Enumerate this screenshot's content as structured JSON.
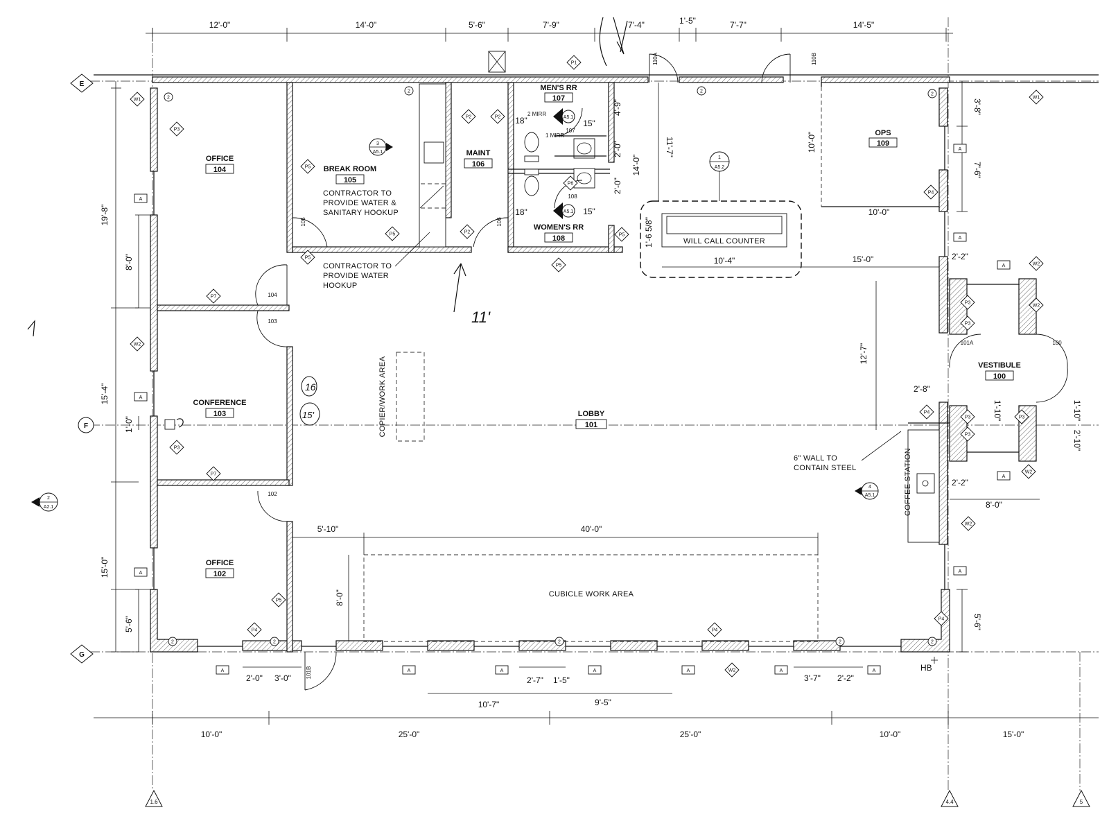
{
  "top_dims": [
    "12'-0\"",
    "14'-0\"",
    "5'-6\"",
    "7'-9\"",
    "7'-4\"",
    "1'-5\"",
    "7'-7\"",
    "14'-5\""
  ],
  "bottom_dims": [
    "10'-0\"",
    "25'-0\"",
    "25'-0\"",
    "10'-0\"",
    "15'-0\""
  ],
  "left_dims": [
    "19'-8\"",
    "8'-0\"",
    "15'-4\"",
    "1'-0\"",
    "15'-0\"",
    "5'-6\""
  ],
  "right_dims": [
    "3'-8\"",
    "7'-6\"",
    "5'-6\""
  ],
  "window_dims": [
    "2'-0\"",
    "3'-0\"",
    "2'-7\"",
    "1'-5\"",
    "10'-7\"",
    "9'-5\"",
    "3'-7\"",
    "2'-2\""
  ],
  "interior_dims": {
    "cubicle_width": "40'-0\"",
    "cubicle_offset": "5'-10\"",
    "cubicle_depth": "8'-0\"",
    "counter_width": "10'-4\"",
    "counter_depth": "1'-6 5/8\"",
    "lobby_to_counter": "15'-0\"",
    "counter_height_dim": "11'-7\"",
    "rr_depth": "14'-0\"",
    "rr_top": "4'-9\"",
    "rr_mid": "2'-0\"",
    "rr_mid2": "2'-0\"",
    "ops_depth": "10'-0\"",
    "ops_width": "10'-0\"",
    "vest_depth": "12'-7\"",
    "vest_w1": "2'-2\"",
    "vest_w2": "2'-2\"",
    "vest_width": "8'-0\"",
    "vest_side1": "1'-10\"",
    "vest_side2": "1'-10\"",
    "vest_side3": "2'-10\"",
    "coffee_w": "2'-8\"",
    "rr_15a": "15\"",
    "rr_15b": "15\"",
    "rr_18a": "18\"",
    "rr_18b": "18\""
  },
  "rooms": [
    {
      "name": "OFFICE",
      "number": "104"
    },
    {
      "name": "BREAK ROOM",
      "number": "105"
    },
    {
      "name": "MAINT",
      "number": "106"
    },
    {
      "name": "MEN'S RR",
      "number": "107"
    },
    {
      "name": "WOMEN'S RR",
      "number": "108"
    },
    {
      "name": "OPS",
      "number": "109"
    },
    {
      "name": "CONFERENCE",
      "number": "103"
    },
    {
      "name": "LOBBY",
      "number": "101"
    },
    {
      "name": "VESTIBULE",
      "number": "100"
    },
    {
      "name": "OFFICE",
      "number": "102"
    }
  ],
  "areas": {
    "cubicle": "CUBICLE WORK AREA",
    "copier": "COPIER/WORK AREA",
    "coffee": "COFFEE STATION",
    "counter": "WILL CALL COUNTER"
  },
  "notes": {
    "water1": [
      "CONTRACTOR TO",
      "PROVIDE WATER &",
      "SANITARY HOOKUP"
    ],
    "water2": [
      "CONTRACTOR TO",
      "PROVIDE WATER",
      "HOOKUP"
    ],
    "steel": [
      "6\" WALL TO",
      "CONTAIN STEEL"
    ],
    "mirror1": "2 MIRR",
    "mirror2": "1 MIRR",
    "hose_bib": "HB"
  },
  "grid": {
    "rows": [
      "E",
      "F",
      "G"
    ],
    "cols": [
      "1.6",
      "4.4",
      "5"
    ]
  },
  "door_numbers": [
    "110A",
    "110B",
    "105",
    "106",
    "104",
    "103",
    "102",
    "101A",
    "100",
    "101B",
    "107",
    "108"
  ],
  "sections": [
    {
      "num": "3",
      "sheet": "A5.1"
    },
    {
      "num": "1",
      "sheet": "A5.2"
    },
    {
      "num": "4",
      "sheet": "A5.1"
    },
    {
      "num": "2",
      "sheet": "A2.1"
    },
    {
      "num": "1",
      "sheet": "A5.1"
    },
    {
      "num": "2",
      "sheet": "A5.1"
    }
  ],
  "wall_tags": [
    "W1",
    "W2",
    "P1",
    "P2",
    "P3",
    "P4",
    "P5",
    "P6",
    "P7",
    "A",
    "2"
  ],
  "handwritten": [
    "11'",
    "16",
    "15'"
  ]
}
